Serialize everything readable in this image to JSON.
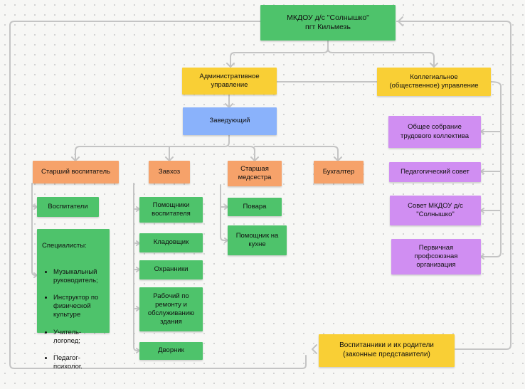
{
  "diagram": {
    "root": "МКДОУ д/с \"Солнышко\"\nпгт Кильмезь",
    "admin": "Административное\nуправление",
    "collegial": "Коллегиальное\n(общественное) управление",
    "head": "Заведующий",
    "senior_teacher": "Старший воспитатель",
    "caretaker": "Завхоз",
    "senior_nurse": "Старшая\nмедсестра",
    "accountant": "Бухгалтер",
    "teachers": "Воспитатели",
    "specialists": {
      "title": "Специалисты:",
      "items": [
        "Музыкальный руководитель;",
        "Инструктор по физической культуре",
        "Учитель-логопед;",
        "Педагог-психолог."
      ]
    },
    "assistant_teachers": "Помощники\nвоспитателя",
    "storekeeper": "Кладовщик",
    "guards": "Охранники",
    "maintenance": "Рабочий по\nремонту и\nобслуживанию\nздания",
    "janitor": "Дворник",
    "cooks": "Повара",
    "kitchen_helper": "Помощник на\nкухне",
    "general_meeting": "Общее собрание\nтрудового коллектива",
    "ped_council": "Педагогический совет",
    "council": "Совет МКДОУ д/с\n\"Солнышко\"",
    "union": "Первичная\nпрофсоюзная\nорганизация",
    "pupils_parents": "Воспитанники и их родители\n(законные представители)"
  },
  "colors": {
    "green": "#4ec36b",
    "yellow": "#f9cf35",
    "orange": "#f6a26a",
    "blue": "#8ab2fb",
    "purple": "#d08ef2",
    "connector": "#c4c4c4"
  }
}
